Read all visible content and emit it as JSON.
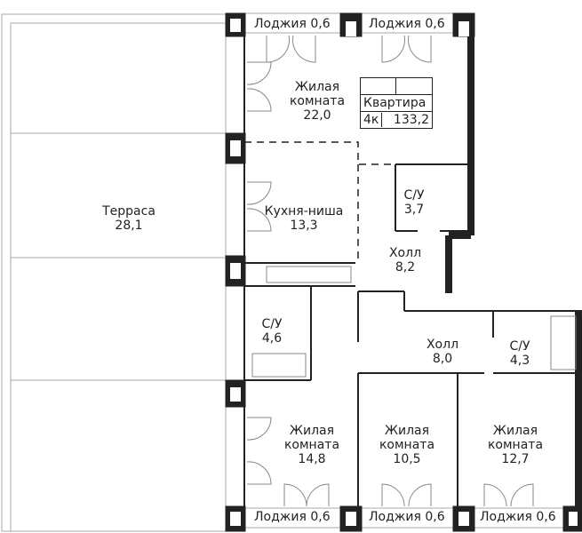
{
  "apartment": {
    "title": "Квартира",
    "type": "4к",
    "area": "133,2"
  },
  "rooms": [
    {
      "name": "Терраса",
      "area": "28,1"
    },
    {
      "name": "Жилая\nкомната",
      "area": "22,0"
    },
    {
      "name": "Кухня-ниша",
      "area": "13,3"
    },
    {
      "name": "С/У",
      "area": "3,7"
    },
    {
      "name": "Холл",
      "area": "8,2"
    },
    {
      "name": "С/У",
      "area": "4,6"
    },
    {
      "name": "Холл",
      "area": "8,0"
    },
    {
      "name": "С/У",
      "area": "4,3"
    },
    {
      "name": "Жилая\nкомната",
      "area": "14,8"
    },
    {
      "name": "Жилая\nкомната",
      "area": "10,5"
    },
    {
      "name": "Жилая\nкомната",
      "area": "12,7"
    }
  ],
  "loggias": [
    "Лоджия 0,6",
    "Лоджия 0,6",
    "Лоджия 0,6",
    "Лоджия 0,6",
    "Лоджия 0,6"
  ],
  "colors": {
    "wall": "#222222",
    "line": "#999999"
  }
}
